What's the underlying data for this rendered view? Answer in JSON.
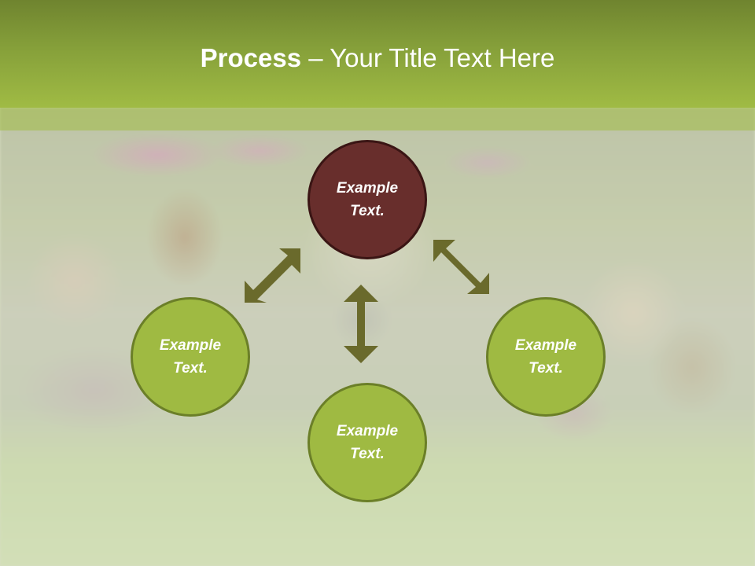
{
  "slide": {
    "title_bold": "Process",
    "title_rest": " – Your Title Text Here"
  },
  "colors": {
    "header_top": "#6f842f",
    "header_bottom": "#a0bb44",
    "node_green": "#9fba42",
    "node_green_border": "#6b7f28",
    "node_dark": "#682e2c",
    "node_dark_border": "#3a1514",
    "arrow": "#6a6a2c"
  },
  "nodes": [
    {
      "id": "top",
      "line1": "Example",
      "line2": "Text.",
      "style": "dark"
    },
    {
      "id": "left",
      "line1": "Example",
      "line2": "Text.",
      "style": "green"
    },
    {
      "id": "right",
      "line1": "Example",
      "line2": "Text.",
      "style": "green"
    },
    {
      "id": "bottom",
      "line1": "Example",
      "line2": "Text.",
      "style": "green"
    }
  ],
  "arrows": [
    {
      "name": "top-left-double-arrow"
    },
    {
      "name": "top-right-double-arrow"
    },
    {
      "name": "vertical-double-arrow"
    }
  ]
}
